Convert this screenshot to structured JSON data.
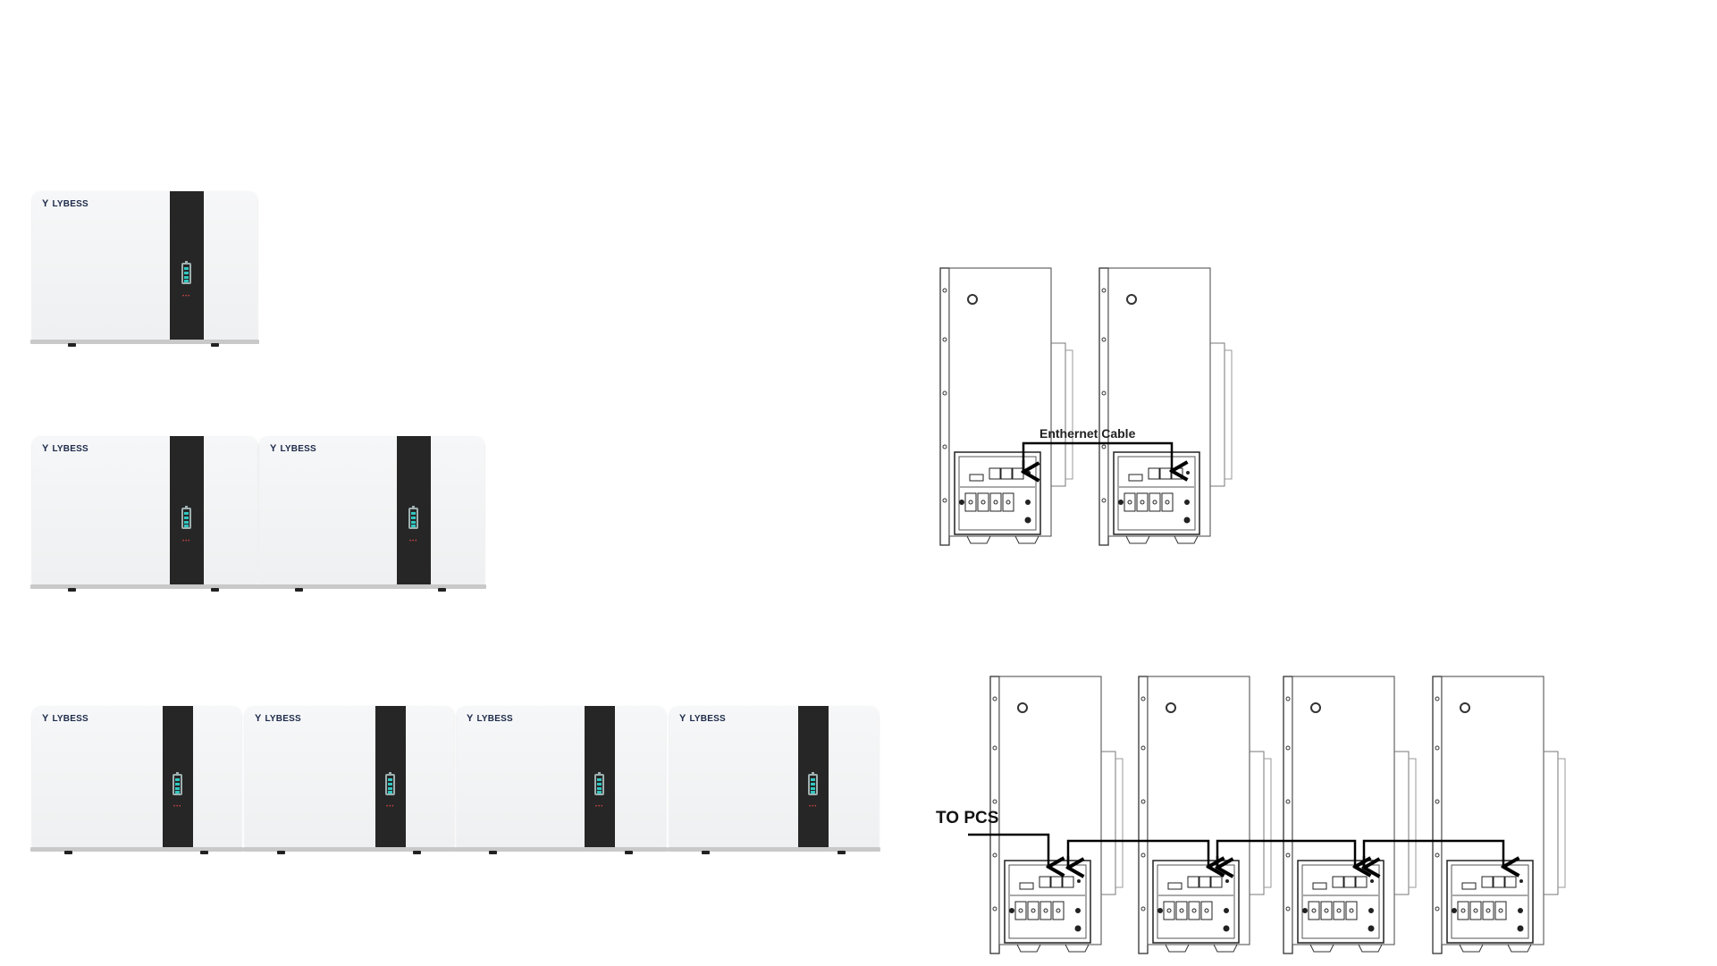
{
  "brand": "LYBESS",
  "battery_row_1": {
    "units": 1
  },
  "battery_row_2": {
    "units": 2
  },
  "battery_row_3": {
    "units": 4
  },
  "diagram_top": {
    "cable_label": "Enthernet Cable"
  },
  "diagram_bottom": {
    "pcs_label": "TO PCS"
  },
  "colors": {
    "strip": "#262626",
    "battery_teal": "#31c6c0",
    "brand": "#1d2a4a",
    "line": "#000000"
  },
  "icons": [
    "lybess-logo-icon",
    "battery-level-icon",
    "arrow-down-icon"
  ]
}
